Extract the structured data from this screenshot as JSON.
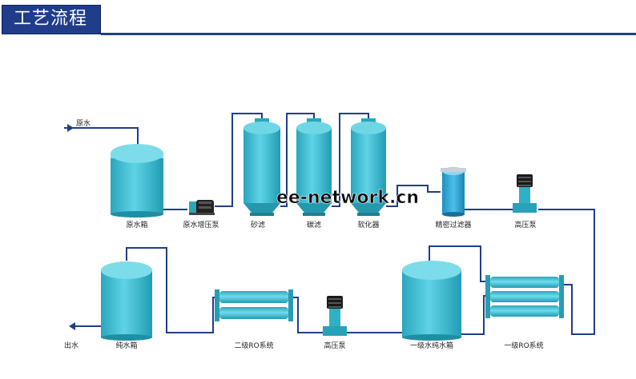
{
  "header": {
    "title": "工艺流程"
  },
  "inlet_label": "原水",
  "outlet_label": "出水",
  "watermark": "ee-network.cn",
  "stage_labels": {
    "raw_tank": "原水箱",
    "booster_pump": "原水增压泵",
    "sand_filter": "砂滤",
    "carbon_filter": "碳滤",
    "softener": "软化器",
    "precision_filter": "精密过滤器",
    "hp_pump_1": "高压泵",
    "ro_1": "一级RO系统",
    "primary_tank": "一级水纯水箱",
    "hp_pump_2": "高压泵",
    "ro_2": "二级RO系统",
    "pure_tank": "纯水箱"
  },
  "colors": {
    "header_bg": "#1f3d8a",
    "pipe": "#1f3d8a",
    "vessel": "#3bbcd3",
    "vessel_dark": "#2a9cb2"
  }
}
